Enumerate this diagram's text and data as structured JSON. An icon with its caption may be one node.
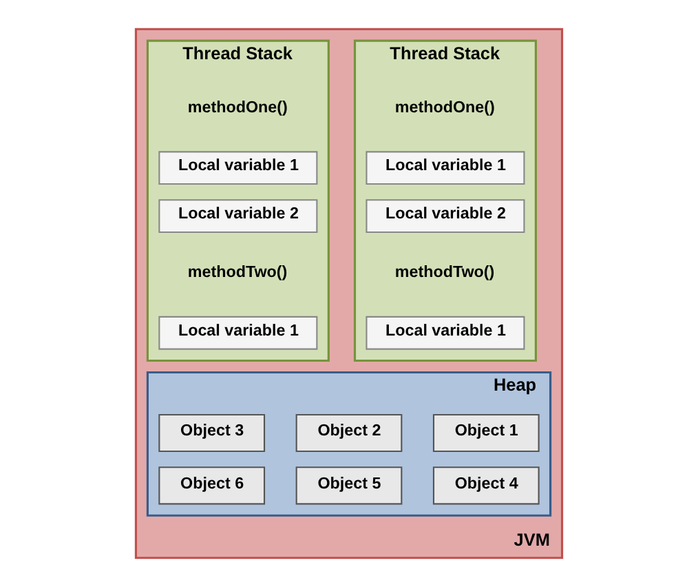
{
  "diagram": {
    "nodes": [
      {
        "text": [
          "JVM"
        ]
      },
      {
        "text": [
          "Thread Stack"
        ],
        "in": 0
      },
      {
        "text": [
          "methodOne()"
        ],
        "in": 1
      },
      {
        "text": [
          "Local variable 1"
        ],
        "in": 1
      },
      {
        "text": [
          "Local variable 2"
        ],
        "in": 1
      },
      {
        "text": [
          "methodTwo()"
        ],
        "in": 1
      },
      {
        "text": [
          "Local variable 1"
        ],
        "in": 1
      },
      {
        "text": [
          "Thread Stack"
        ],
        "in": 0
      },
      {
        "text": [
          "methodOne()"
        ],
        "in": 7
      },
      {
        "text": [
          "Local variable 1"
        ],
        "in": 7
      },
      {
        "text": [
          "Local variable 2"
        ],
        "in": 7
      },
      {
        "text": [
          "methodTwo()"
        ],
        "in": 7
      },
      {
        "text": [
          "Local variable 1"
        ],
        "in": 7
      },
      {
        "text": [
          "Heap"
        ],
        "in": 0
      },
      {
        "text": [
          "Object 1"
        ],
        "in": 13
      },
      {
        "text": [
          "Object 2"
        ],
        "in": 13
      },
      {
        "text": [
          "Object 3"
        ],
        "in": 13
      },
      {
        "text": [
          "Object 4"
        ],
        "in": 13
      },
      {
        "text": [
          "Object 5"
        ],
        "in": 13
      },
      {
        "text": [
          "Object 6"
        ],
        "in": 13
      }
    ],
    "edges": []
  }
}
